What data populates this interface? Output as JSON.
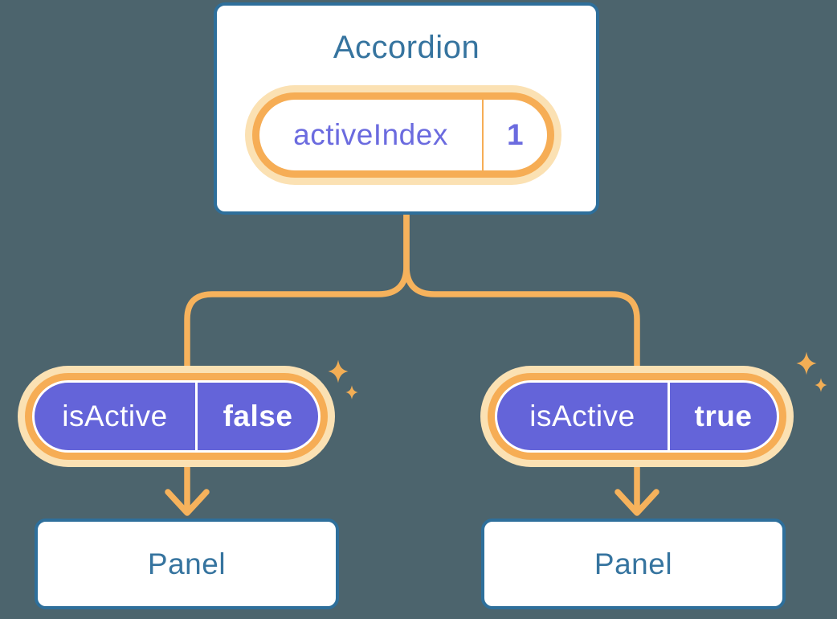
{
  "colors": {
    "background": "#4c646d",
    "card_background": "#ffffff",
    "card_border_blue": "#2e6f9b",
    "heading_text_blue": "#36749f",
    "pill_ring_orange": "#f6ad55",
    "pill_halo_cream": "#fbe1b3",
    "pill_fill_purple": "#6464d9",
    "pill_text_purple": "#6b6bdf",
    "pill_text_white": "#ffffff",
    "connector_orange": "#f6b25c",
    "sparkle_orange": "#f3ae55"
  },
  "icons": {
    "sparkle": "four-point star, decorative highlight"
  },
  "diagram": {
    "root": {
      "title": "Accordion",
      "prop": {
        "name": "activeIndex",
        "value": "1"
      }
    },
    "children": [
      {
        "prop": {
          "name": "isActive",
          "value": "false"
        },
        "panel": {
          "title": "Panel"
        }
      },
      {
        "prop": {
          "name": "isActive",
          "value": "true"
        },
        "panel": {
          "title": "Panel"
        }
      }
    ]
  }
}
